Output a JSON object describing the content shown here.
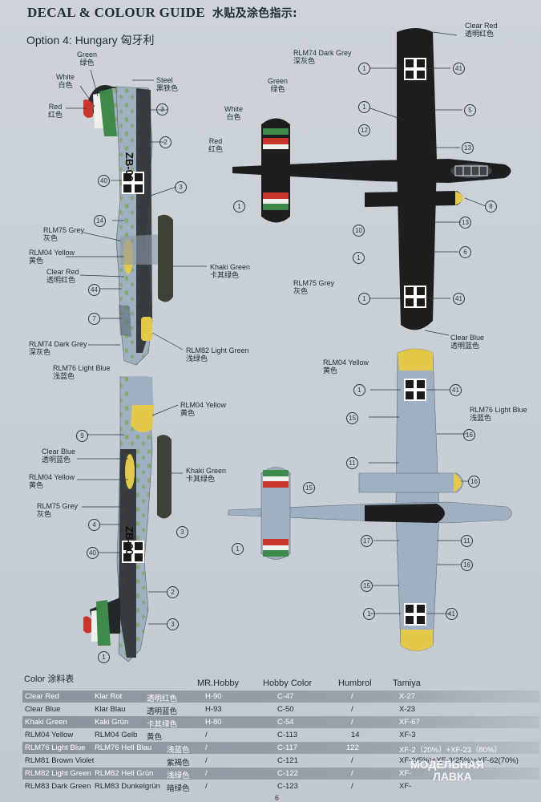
{
  "header": {
    "title": "DECAL & COLOUR GUIDE",
    "title_zh": "水贴及涂色指示:",
    "option": "Option 4:  Hungary 匈牙利"
  },
  "labels": {
    "green": {
      "en": "Green",
      "zh": "绿色"
    },
    "white": {
      "en": "White",
      "zh": "白色"
    },
    "red": {
      "en": "Red",
      "zh": "红色"
    },
    "steel": {
      "en": "Steel",
      "zh": "黑铁色"
    },
    "rlm75_a": {
      "en": "RLM75 Grey",
      "zh": "灰色"
    },
    "rlm04_a": {
      "en": "RLM04 Yellow",
      "zh": "黄色"
    },
    "clearred_a": {
      "en": "Clear Red",
      "zh": "透明红色"
    },
    "khaki_a": {
      "en": "Khaki Green",
      "zh": "卡其绿色"
    },
    "rlm74_a": {
      "en": "RLM74 Dark Grey",
      "zh": "深灰色"
    },
    "rlm82": {
      "en": "RLM82 Light Green",
      "zh": "浅绿色"
    },
    "rlm76_a": {
      "en": "RLM76 Light Blue",
      "zh": "浅蓝色"
    },
    "rlm04_b": {
      "en": "RLM04 Yellow",
      "zh": "黄色"
    },
    "clearblue_a": {
      "en": "Clear Blue",
      "zh": "透明蓝色"
    },
    "rlm04_c": {
      "en": "RLM04 Yellow",
      "zh": "黄色"
    },
    "khaki_b": {
      "en": "Khaki Green",
      "zh": "卡其绿色"
    },
    "rlm75_b": {
      "en": "RLM75 Grey",
      "zh": "灰色"
    },
    "clearred_top": {
      "en": "Clear Red",
      "zh": "透明红色"
    },
    "rlm74_top": {
      "en": "RLM74 Dark Grey",
      "zh": "深灰色"
    },
    "green_top": {
      "en": "Green",
      "zh": "绿色"
    },
    "white_top": {
      "en": "White",
      "zh": "白色"
    },
    "red_top": {
      "en": "Red",
      "zh": "红色"
    },
    "rlm75_top": {
      "en": "RLM75 Grey",
      "zh": "灰色"
    },
    "clearblue_top": {
      "en": "Clear Blue",
      "zh": "透明蓝色"
    },
    "rlm04_bottom": {
      "en": "RLM04 Yellow",
      "zh": "黄色"
    },
    "rlm76_bottom": {
      "en": "RLM76 Light Blue",
      "zh": "浅蓝色"
    }
  },
  "codes": {
    "fuselage": "ZB-00"
  },
  "callouts": [
    "1",
    "2",
    "3",
    "4",
    "5",
    "6",
    "7",
    "8",
    "9",
    "10",
    "11",
    "12",
    "13",
    "14",
    "15",
    "16",
    "17",
    "40",
    "41",
    "44"
  ],
  "table": {
    "headers": {
      "color": "Color",
      "color_zh": "涂料表",
      "mrhobby": "MR.Hobby",
      "hobbycolor": "Hobby Color",
      "humbrol": "Humbrol",
      "tamiya": "Tamiya"
    },
    "rows": [
      {
        "en": "Clear Red",
        "de": "Klar Rot",
        "zh": "透明红色",
        "mr": "H-90",
        "hc": "C-47",
        "hu": "/",
        "ta": "X-27"
      },
      {
        "en": "Clear Blue",
        "de": "Klar Blau",
        "zh": "透明蓝色",
        "mr": "H-93",
        "hc": "C-50",
        "hu": "/",
        "ta": "X-23"
      },
      {
        "en": "Khaki Green",
        "de": "Kaki Grün",
        "zh": "卡其绿色",
        "mr": "H-80",
        "hc": "C-54",
        "hu": "/",
        "ta": "XF-67"
      },
      {
        "en": "RLM04 Yellow",
        "de": "RLM04 Gelb",
        "zh": "黄色",
        "mr": "/",
        "hc": "C-113",
        "hu": "14",
        "ta": "XF-3"
      },
      {
        "en": "RLM76 Light Blue",
        "de": "RLM76 Hell Blau",
        "zh": "浅蓝色",
        "mr": "/",
        "hc": "C-117",
        "hu": "122",
        "ta": "XF-2（20%）+XF-23（80%）"
      },
      {
        "en": "RLM81 Brown Violet",
        "de": "",
        "zh": "紫褐色",
        "mr": "/",
        "hc": "C-121",
        "hu": "/",
        "ta": "XF-2(5%)+XF-3(25%)+XF-62(70%)"
      },
      {
        "en": "RLM82 Light Green",
        "de": "RLM82 Hell Grün",
        "zh": "浅绿色",
        "mr": "/",
        "hc": "C-122",
        "hu": "/",
        "ta": "XF-"
      },
      {
        "en": "RLM83 Dark Green",
        "de": "RLM83 Dunkelgrün",
        "zh": "暗绿色",
        "mr": "/",
        "hc": "C-123",
        "hu": "/",
        "ta": "XF-"
      }
    ]
  },
  "watermark": {
    "line1": "МОДЕЛЬНАЯ",
    "line2": "ЛАВКА"
  },
  "page_number": "6",
  "colors": {
    "dark": "#1c1e20",
    "light_blue": "#9fb0c2",
    "light_green": "#8fb07a",
    "yellow": "#e3c84a",
    "khaki": "#3d4236",
    "red": "#c8352b",
    "green": "#3f8a4a"
  }
}
